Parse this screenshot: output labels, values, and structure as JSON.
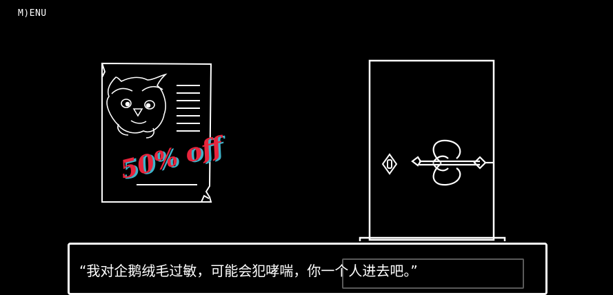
{
  "menu": {
    "label": "M)ENU"
  },
  "poster": {
    "sale_text": "50% off",
    "colors": {
      "sale_red": "#e8243c",
      "sale_shadow": "#3fb3c9",
      "line": "#ffffff"
    }
  },
  "door": {
    "state": "closed"
  },
  "dialog": {
    "text": "“我对企鹅绒毛过敏，可能会犯哮喘，你一个人进去吧。”"
  }
}
